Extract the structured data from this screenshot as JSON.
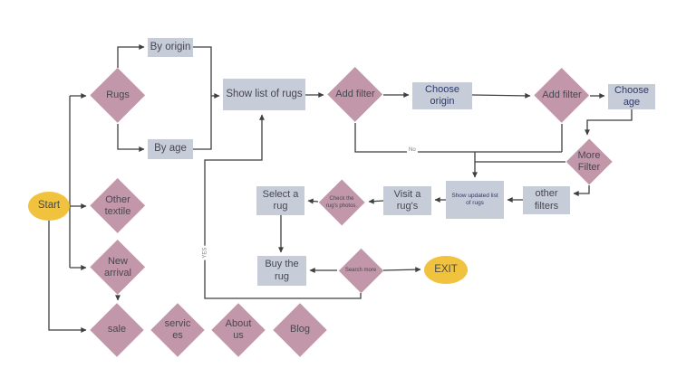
{
  "diagram": {
    "nodes": {
      "start": "Start",
      "rugs": "Rugs",
      "by_origin": "By origin",
      "by_age": "By age",
      "show_list": "Show list of rugs",
      "add_filter_1": "Add filter",
      "choose_origin": "Choose origin",
      "add_filter_2": "Add filter",
      "choose_age": "Choose age",
      "more_filter": "More Filter",
      "other_filters": "other filters",
      "show_updated": "Show updated list of rugs",
      "visit_rugs": "Visit a rug's",
      "check_photos": "Check the rug's photos.",
      "select_rug": "Select a rug",
      "buy_rug": "Buy the rug",
      "search_more": "Search more",
      "exit": "EXIT",
      "other_textile": "Other textile",
      "new_arrival": "New arrival",
      "sale": "sale",
      "services": "servic es",
      "about_us": "About us",
      "blog": "Blog"
    },
    "edge_labels": {
      "no": "No",
      "yes": "YES"
    },
    "colors": {
      "diamond_fill": "#c197a9",
      "rect_fill": "#c7ccd9",
      "terminal_fill": "#f0c23d",
      "connector": "#3f3f3f",
      "text": "#474751",
      "accent_text": "#2c3a6b",
      "background": "#ffffff"
    }
  }
}
